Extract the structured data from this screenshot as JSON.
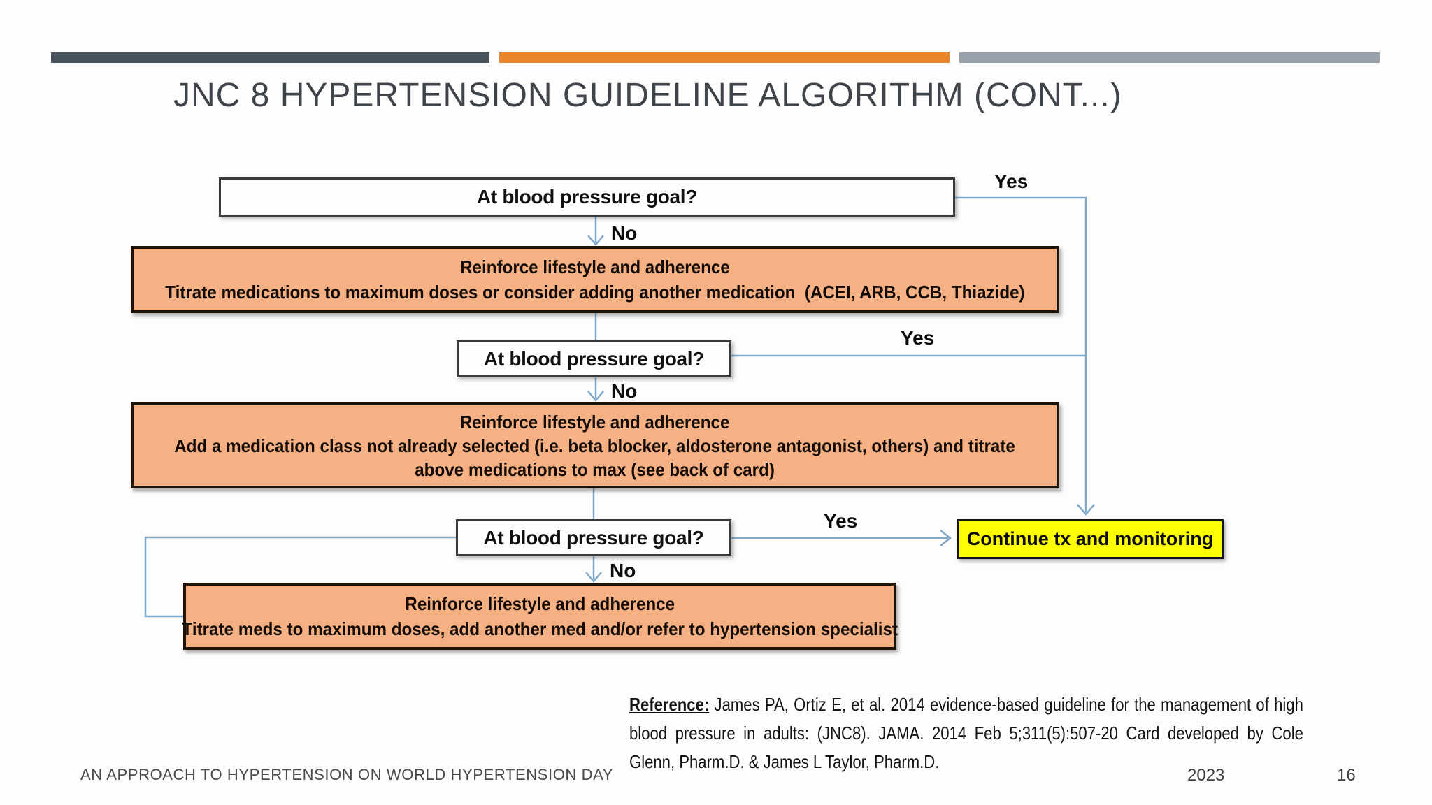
{
  "title": "JNC 8 HYPERTENSION GUIDELINE ALGORITHM (CONT...)",
  "top_bars": {
    "dark_color": "#47525d",
    "orange_color": "#e8862d",
    "gray_color": "#98a1aa"
  },
  "flowchart": {
    "connector_color": "#7da7cb",
    "action_fill": "#f5b183",
    "terminal_fill": "#ffff00",
    "decision1": {
      "label": "At blood pressure goal?",
      "yes": "Yes",
      "no": "No"
    },
    "decision2": {
      "label": "At blood pressure goal?",
      "yes": "Yes",
      "no": "No"
    },
    "decision3": {
      "label": "At blood pressure goal?",
      "yes": "Yes",
      "no": "No"
    },
    "action1": {
      "line1": "Reinforce lifestyle and adherence",
      "line2": "Titrate medications to maximum doses or consider adding another medication  (ACEI, ARB, CCB, Thiazide)"
    },
    "action2": {
      "line1": "Reinforce lifestyle and adherence",
      "line2": "Add a medication class not already selected (i.e. beta blocker, aldosterone antagonist, others) and titrate",
      "line3": "above medications to max (see back of card)"
    },
    "action3": {
      "line1": "Reinforce lifestyle and adherence",
      "line2": "Titrate meds to maximum doses, add another med and/or refer to hypertension specialist"
    },
    "terminal": {
      "label": "Continue tx and monitoring"
    }
  },
  "reference": {
    "label": "Reference:",
    "text": " James PA, Ortiz E, et al. 2014 evidence-based guideline for the management of high blood pressure in adults: (JNC8). JAMA. 2014 Feb 5;311(5):507-20 Card developed by Cole Glenn, Pharm.D. & James L Taylor, Pharm.D."
  },
  "footer": {
    "left": "AN APPROACH TO HYPERTENSION ON WORLD HYPERTENSION DAY",
    "year": "2023",
    "page": "16"
  }
}
